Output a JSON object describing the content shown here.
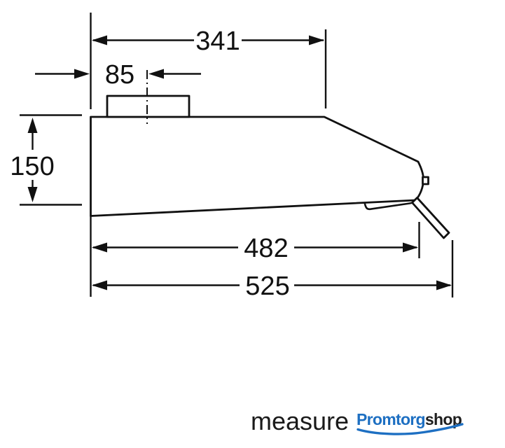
{
  "colors": {
    "line": "#111111",
    "background": "#ffffff",
    "logo_blue": "#1d6fc2",
    "logo_dark": "#1f1f1f",
    "footer_text": "#1a1a1a"
  },
  "diagram": {
    "type": "technical-dimension-drawing",
    "subject": "cooker-hood-side-view",
    "dimensions": {
      "top_width": "341",
      "duct_offset": "85",
      "body_height": "150",
      "bottom_depth": "482",
      "overall_depth": "525"
    }
  },
  "footer": {
    "measure": "measure",
    "logo_primary": "Promtorg",
    "logo_secondary": "shop"
  }
}
